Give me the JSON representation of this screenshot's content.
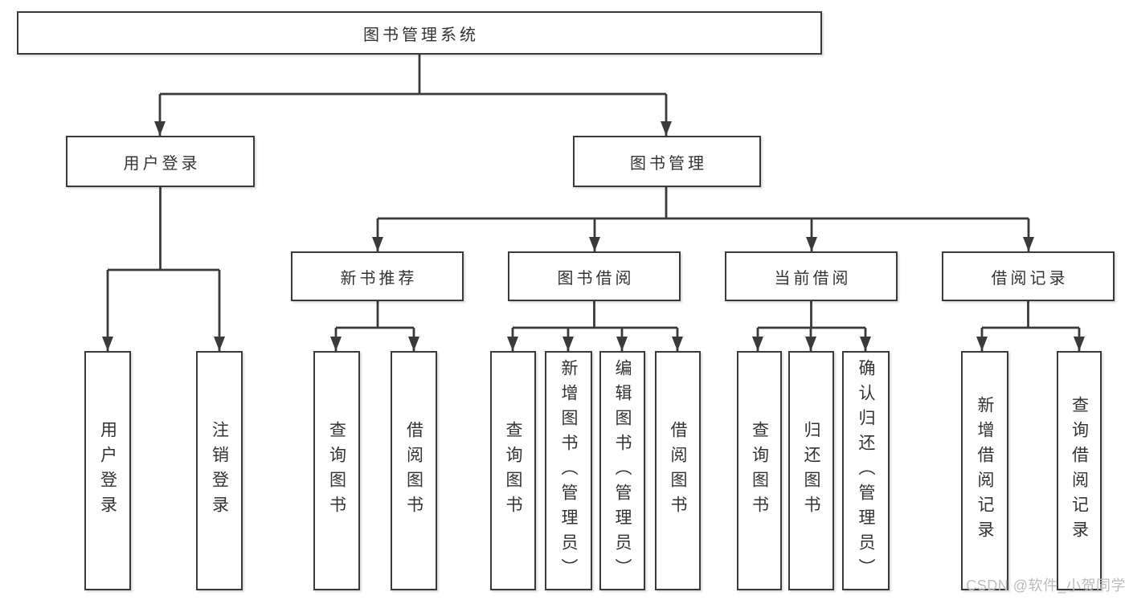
{
  "diagram": {
    "root": {
      "label": "图书管理系统"
    },
    "level1": [
      {
        "id": "user-login",
        "label": "用户登录"
      },
      {
        "id": "book-management",
        "label": "图书管理"
      }
    ],
    "level2": [
      {
        "id": "new-book-recommend",
        "label": "新书推荐"
      },
      {
        "id": "book-borrow",
        "label": "图书借阅"
      },
      {
        "id": "current-borrow",
        "label": "当前借阅"
      },
      {
        "id": "borrow-records",
        "label": "借阅记录"
      }
    ],
    "leaves": {
      "user": [
        {
          "label": "用户登录"
        },
        {
          "label": "注销登录"
        }
      ],
      "recommend": [
        {
          "label": "查询图书"
        },
        {
          "label": "借阅图书"
        }
      ],
      "borrow": [
        {
          "label": "查询图书"
        },
        {
          "label": "新增图书（管理员）"
        },
        {
          "label": "编辑图书（管理员）"
        },
        {
          "label": "借阅图书"
        }
      ],
      "current": [
        {
          "label": "查询图书"
        },
        {
          "label": "归还图书"
        },
        {
          "label": "确认归还（管理员）"
        }
      ],
      "records": [
        {
          "label": "新增借阅记录"
        },
        {
          "label": "查询借阅记录"
        }
      ]
    }
  },
  "watermark": "CSDN @软件_小贺同学",
  "colors": {
    "line": "#3a3a3a",
    "text": "#333333",
    "watermark": "#bcbcbc",
    "background": "#ffffff",
    "box_background": "#ffffff"
  }
}
